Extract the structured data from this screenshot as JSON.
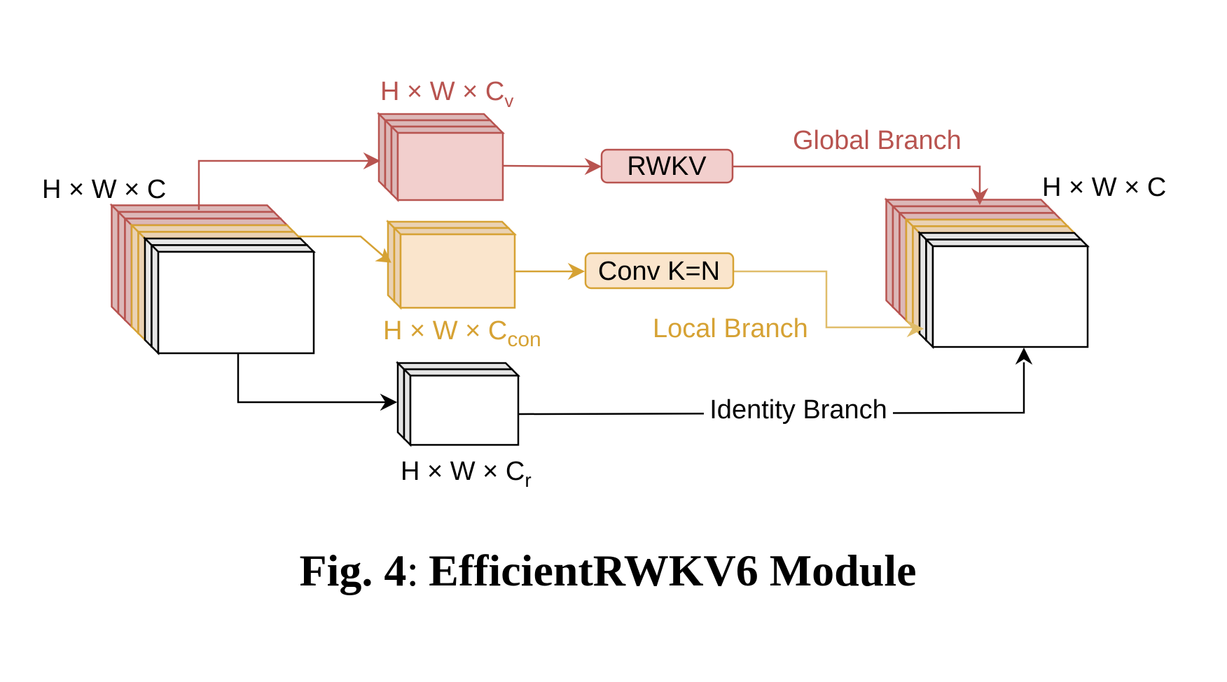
{
  "figure": {
    "caption_prefix": "Fig. 4",
    "caption_sep": ":",
    "caption_title": "EfficientRWKV6 Module"
  },
  "colors": {
    "global": "#b85450",
    "global_fill": "#f2cfcd",
    "global_side": "#dcb8b8",
    "local": "#d6a234",
    "local_fill": "#fae5cc",
    "local_side": "#ead2b4",
    "identity": "#000000",
    "identity_fill": "#ffffff",
    "identity_side": "#e6e6e6"
  },
  "tensors": {
    "input": {
      "label_main": "H × W × C",
      "label_sub": ""
    },
    "global": {
      "label_main": "H × W × C",
      "label_sub": "v"
    },
    "local": {
      "label_main": "H × W × C",
      "label_sub": "con"
    },
    "identity": {
      "label_main": "H × W × C",
      "label_sub": "r"
    },
    "output": {
      "label_main": "H × W × C",
      "label_sub": ""
    }
  },
  "operations": {
    "rwkv": "RWKV",
    "conv": "Conv K=N"
  },
  "branches": {
    "global": "Global Branch",
    "local": "Local Branch",
    "identity": "Identity Branch"
  }
}
